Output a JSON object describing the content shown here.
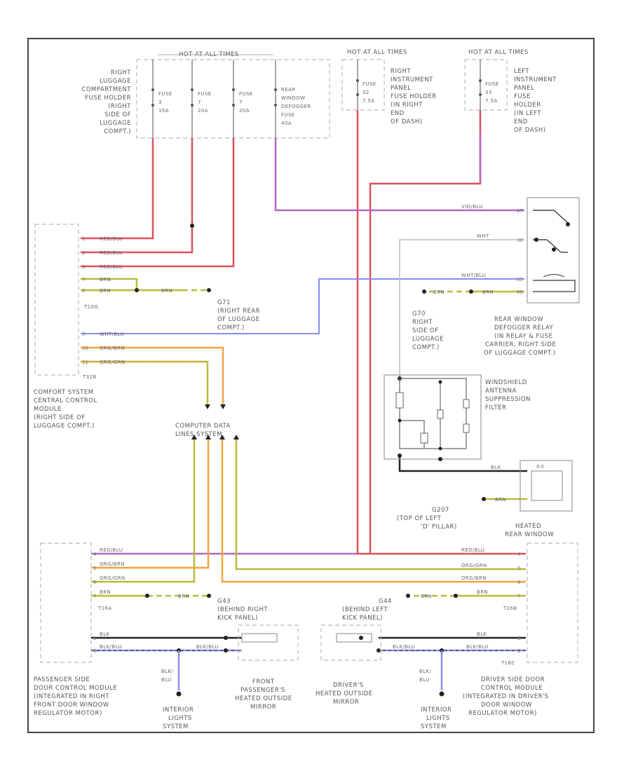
{
  "hot_all_times": "HOT AT ALL TIMES",
  "hot_at_left": "HOT AT ALL TIMES",
  "hot_at_right": "HOT AT ALL TIMES",
  "fuse_holder_right": [
    "RIGHT",
    "LUGGAGE",
    "COMPARTMENT",
    "FUSE HOLDER",
    "(RIGHT",
    "SIDE OF",
    "LUGGAGE",
    "COMPT.)"
  ],
  "fuses": [
    {
      "name": "FUSE",
      "num": "3",
      "amps": "15A"
    },
    {
      "name": "FUSE",
      "num": "7",
      "amps": "20A"
    },
    {
      "name": "FUSE",
      "num": "7",
      "amps": "20A"
    }
  ],
  "defogger_fuse": [
    "REAR",
    "WINDOW",
    "DEFOGGER",
    "FUSE",
    "40A"
  ],
  "fuse_center": {
    "name": "FUSE",
    "num": "32",
    "amps": "7.5A"
  },
  "fuse_right_panel": {
    "name": "FUSE",
    "num": "33",
    "amps": "7.5A"
  },
  "right_panel_holder": [
    "RIGHT",
    "INSTRUMENT",
    "PANEL",
    "FUSE HOLDER",
    "(IN RIGHT",
    "END",
    "OF DASH)"
  ],
  "left_panel_holder": [
    "LEFT",
    "INSTRUMENT",
    "PANEL",
    "FUSE",
    "HOLDER",
    "(IN LEFT",
    "END",
    "OF DASH)"
  ],
  "wires": {
    "red_blu": "RED/BLU",
    "wht": "WHT",
    "brn": "BRN",
    "wht_blu": "WHT/BLU",
    "org_brn": "ORG/BRN",
    "org_grn": "ORG/GRN",
    "blk": "BLK",
    "blk_blu": "BLK/BLU",
    "vio": "VIO/BLU"
  },
  "connectors": {
    "t10": "T10G",
    "t32": "T32B",
    "t16a": "T16A",
    "t16b": "T16B",
    "t16c": "T16C"
  },
  "ground_rear": [
    "G71",
    "(RIGHT REAR",
    "OF LUGGAGE",
    "COMPT.)"
  ],
  "ground_right": [
    "G70",
    "RIGHT",
    "SIDE OF",
    "LUGGAGE",
    "COMPT.)"
  ],
  "comfort_module": [
    "COMFORT SYSTEM",
    "CENTRAL CONTROL",
    "MODULE",
    "(RIGHT SIDE OF",
    "LUGGAGE COMPT.)"
  ],
  "defogger_relay": [
    "REAR WINDOW",
    "DEFOGGER RELAY",
    "(IN RELAY & FUSE",
    "CARRIER, RIGHT SIDE",
    "OF LUGGAGE COMPT.)"
  ],
  "suppression_filter": [
    "WINDSHIELD",
    "ANTENNA",
    "SUPPRESSION",
    "FILTER"
  ],
  "computer_data": [
    "COMPUTER DATA",
    "LINES SYSTEM"
  ],
  "ground_pillar": [
    "G207",
    "(TOP OF LEFT",
    "'D' PILLAR)"
  ],
  "heated_rear_window": [
    "HEATED",
    "REAR WINDOW"
  ],
  "ground_kick_right": [
    "G43",
    "(BEHIND RIGHT",
    "KICK PANEL)"
  ],
  "ground_kick_left": [
    "G44",
    "(BEHIND LEFT",
    "KICK PANEL)"
  ],
  "pass_door_module": [
    "PASSENGER SIDE",
    "DOOR CONTROL MODULE",
    "(INTEGRATED IN RIGHT",
    "FRONT DOOR WINDOW",
    "REGULATOR MOTOR)"
  ],
  "front_pass_sensor": [
    "FRONT",
    "PASSENGER'S",
    "HEATED OUTSIDE",
    "MIRROR"
  ],
  "drivers_sensor": [
    "DRIVER'S",
    "HEATED OUTSIDE",
    "MIRROR"
  ],
  "driver_door_module": [
    "DRIVER SIDE DOOR",
    "CONTROL MODULE",
    "(INTEGRATED IN DRIVER'S",
    "DOOR WINDOW",
    "REGULATOR MOTOR)"
  ],
  "interior_lights": [
    "INTERIOR",
    "LIGHTS",
    "SYSTEM"
  ],
  "blk_blu_split": [
    "BLK/",
    "BLU"
  ],
  "colors": {
    "red": "#e0505a",
    "violet": "#b467c8",
    "orange": "#f4a342",
    "olive": "#b7bb3c",
    "blue": "#8a8cf0",
    "black": "#222222",
    "gray": "#bbbbbb"
  }
}
